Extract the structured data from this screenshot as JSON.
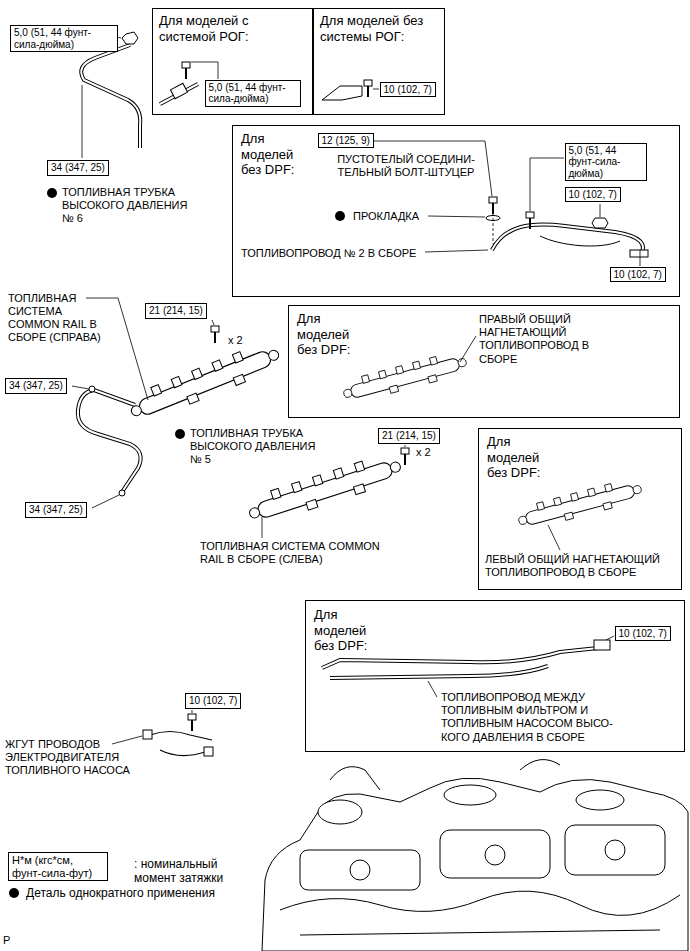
{
  "diagram": {
    "nodes": [
      {
        "text": [
          "5,0 (51, 44 фунт-сила-дюйма)"
        ]
      },
      {
        "text": [
          "Для моделей с системой РОГ:"
        ]
      },
      {
        "text": [
          "5,0 (51, 44 фунт-сила-дюйма)"
        ],
        "in": 1
      },
      {
        "text": [
          "Для моделей без системы РОГ:"
        ]
      },
      {
        "text": [
          "10 (102, 7)"
        ],
        "in": 3
      },
      {
        "text": [
          "34 (347, 25)"
        ]
      },
      {
        "text": [
          "Для моделей без DPF:",
          "ПУСТОТЕЛЫЙ СОЕДИНИ- ТЕЛЬНЫЙ БОЛТ-ШТУЦЕР",
          "ПРОКЛАДКА",
          "ТОПЛИВОПРОВОД № 2 В СБОРЕ"
        ]
      },
      {
        "text": [
          "12 (125, 9)"
        ],
        "in": 6
      },
      {
        "text": [
          "5,0 (51, 44 фунт-сила-дюйма)"
        ],
        "in": 6
      },
      {
        "text": [
          "10 (102, 7)"
        ],
        "in": 6
      },
      {
        "text": [
          "10 (102, 7)"
        ],
        "in": 6
      },
      {
        "text": [
          "21 (214, 15)"
        ]
      },
      {
        "text": [
          "Для моделей без DPF:",
          "ПРАВЫЙ ОБЩИЙ НАГНЕТАЮЩИЙ ТОПЛИВОПРОВОД В СБОРЕ"
        ]
      },
      {
        "text": [
          "34 (347, 25)"
        ]
      },
      {
        "text": [
          "21 (214, 15)"
        ]
      },
      {
        "text": [
          "Для моделей без DPF:",
          "ЛЕВЫЙ ОБЩИЙ НАГНЕТАЮЩИЙ ТОПЛИВОПРОВОД В СБОРЕ"
        ]
      },
      {
        "text": [
          "34 (347, 25)"
        ]
      },
      {
        "text": [
          "Для моделей без DPF:",
          "ТОПЛИВОПРОВОД МЕЖДУ ТОПЛИВНЫМ ФИЛЬТРОМ И ТОПЛИВНЫМ НАСОСОМ ВЫСО- КОГО ДАВЛЕНИЯ В СБОРЕ"
        ]
      },
      {
        "text": [
          "10 (102, 7)"
        ],
        "in": 17
      },
      {
        "text": [
          "10 (102, 7)"
        ]
      },
      {
        "text": [
          "Н*м (кгс*см, фунт-сила-фут)"
        ]
      }
    ],
    "labels": [
      "ТОПЛИВНАЯ ТРУБКА ВЫСОКОГО ДАВЛЕНИЯ № 6",
      "ТОПЛИВНАЯ СИСТЕМА COMMON RAIL В СБОРЕ (СПРАВА)",
      "x 2",
      "ТОПЛИВНАЯ ТРУБКА ВЫСОКОГО ДАВЛЕНИЯ № 5",
      "x 2",
      "ТОПЛИВНАЯ СИСТЕМА COMMON RAIL В СБОРЕ (СЛЕВА)",
      "ЖГУТ ПРОВОДОВ ЭЛЕКТРОДВИГАТЕЛЯ ТОПЛИВНОГО НАСОСА",
      "P"
    ],
    "legend": [
      {
        "text": ": номинальный момент затяжки"
      },
      {
        "text": "Деталь однократного применения"
      }
    ]
  }
}
